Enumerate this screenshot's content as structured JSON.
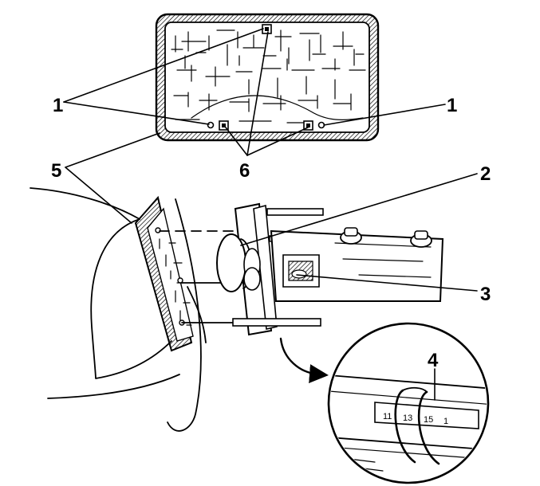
{
  "callouts": {
    "c1_left": "1",
    "c1_right": "1",
    "c2": "2",
    "c3": "3",
    "c4": "4",
    "c5": "5",
    "c6": "6"
  },
  "scale_marks": [
    "11",
    "13",
    "15",
    "1"
  ]
}
